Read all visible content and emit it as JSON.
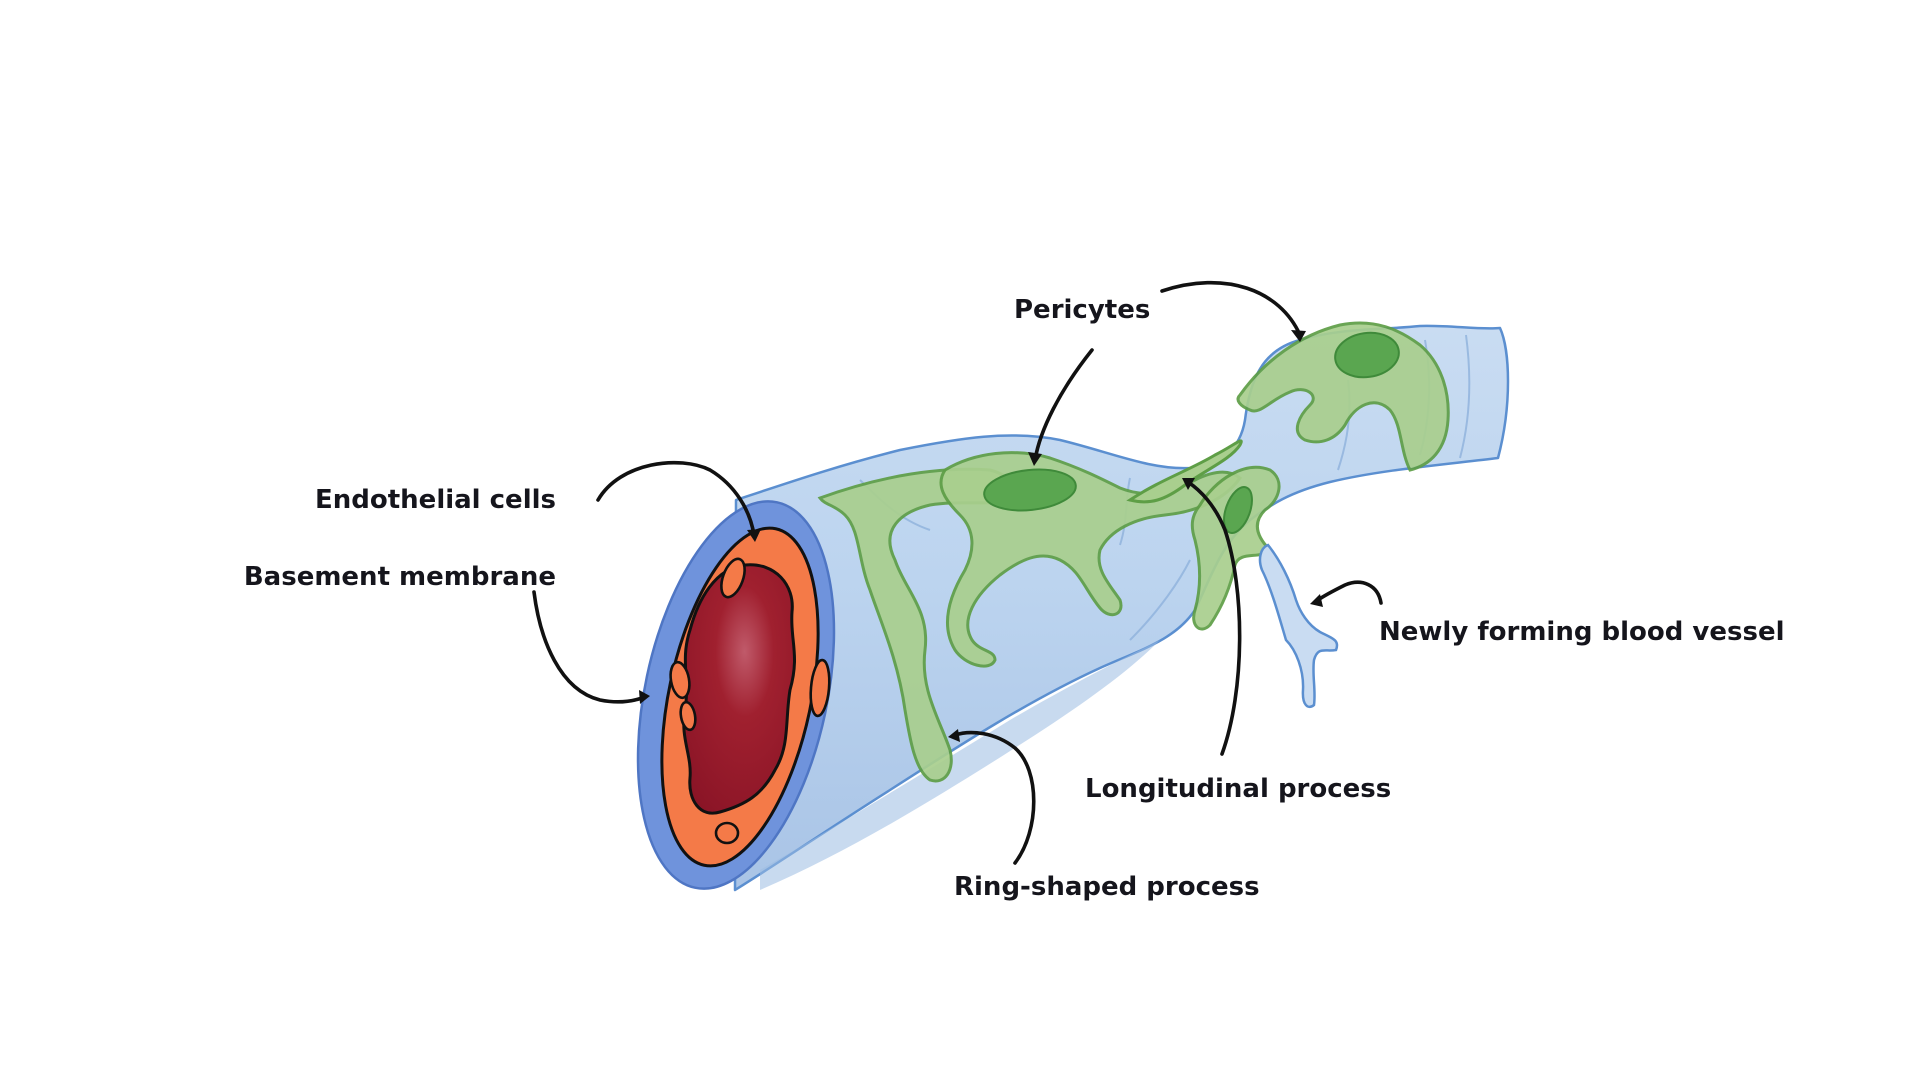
{
  "diagram": {
    "labels": {
      "pericytes": "Pericytes",
      "endothelial_cells": "Endothelial cells",
      "basement_membrane": "Basement membrane",
      "newly_forming_vessel": "Newly forming blood vessel",
      "longitudinal_process": "Longitudinal process",
      "ring_shaped_process": "Ring-shaped process"
    },
    "colors": {
      "vessel_wall": "#b8d2ee",
      "vessel_outline": "#5b8fd0",
      "basement_membrane": "#6f93dc",
      "endothelial_cells": "#f47a48",
      "lumen_blood": "#9a1a2c",
      "pericyte_body": "#a9cf8e",
      "pericyte_nucleus": "#5aa650",
      "pericyte_outline": "#5e9e46",
      "leader_lines": "#111111"
    },
    "icons": {
      "leader_arrows": "curved-arrow-icon"
    }
  }
}
